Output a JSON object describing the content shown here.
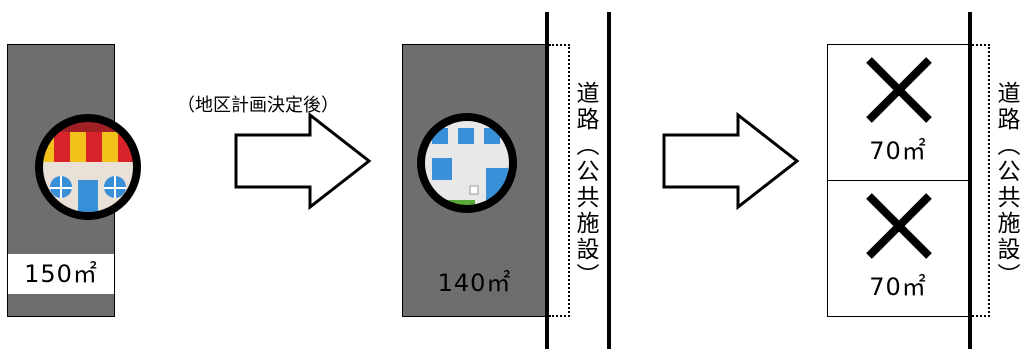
{
  "caption": "（地区計画決定後）",
  "lot_before": {
    "area": "150㎡"
  },
  "lot_after": {
    "area": "140㎡"
  },
  "lot_split": [
    {
      "area": "70㎡",
      "mark": "cross-mark"
    },
    {
      "area": "70㎡",
      "mark": "cross-mark"
    }
  ],
  "road_label": "道\n路\n︵\n公\n共\n施\n設\n︶",
  "colors": {
    "lot_fill": "#6e6e6e",
    "line": "#000000",
    "shop_awning_red": "#d9232b",
    "shop_awning_yellow": "#f2c21b",
    "shop_window": "#3a8fd9"
  },
  "icons": [
    "shop-icon",
    "house-icon",
    "cross-icon",
    "right-arrow-icon"
  ]
}
